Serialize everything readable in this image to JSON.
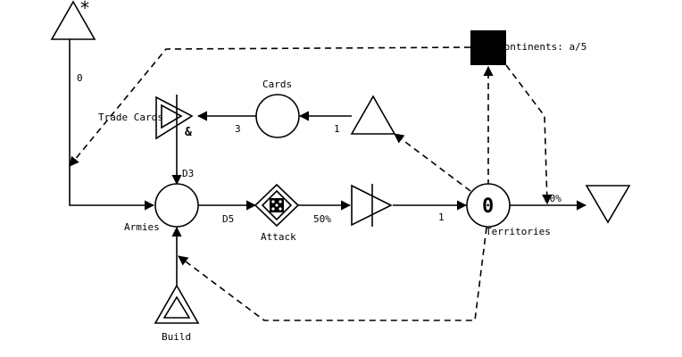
{
  "nodes": {
    "source_top": {
      "marker": "*"
    },
    "cards": {
      "label": "Cards"
    },
    "trade_cards": {
      "label": "Trade Cards",
      "marker": "&"
    },
    "armies": {
      "label": "Armies"
    },
    "attack": {
      "label": "Attack"
    },
    "territories": {
      "label": "Territories",
      "value": "0"
    },
    "continents": {
      "label": "Continents: a/5"
    },
    "build": {
      "label": "Build"
    }
  },
  "edge_labels": {
    "source_to_armies": "0",
    "cards_to_trade": "3",
    "source_to_cards": "1",
    "trade_to_armies": "D3",
    "armies_to_attack": "D5",
    "attack_to_territories": "50%",
    "gate_to_territories": "1",
    "territories_to_drain": "10%"
  }
}
